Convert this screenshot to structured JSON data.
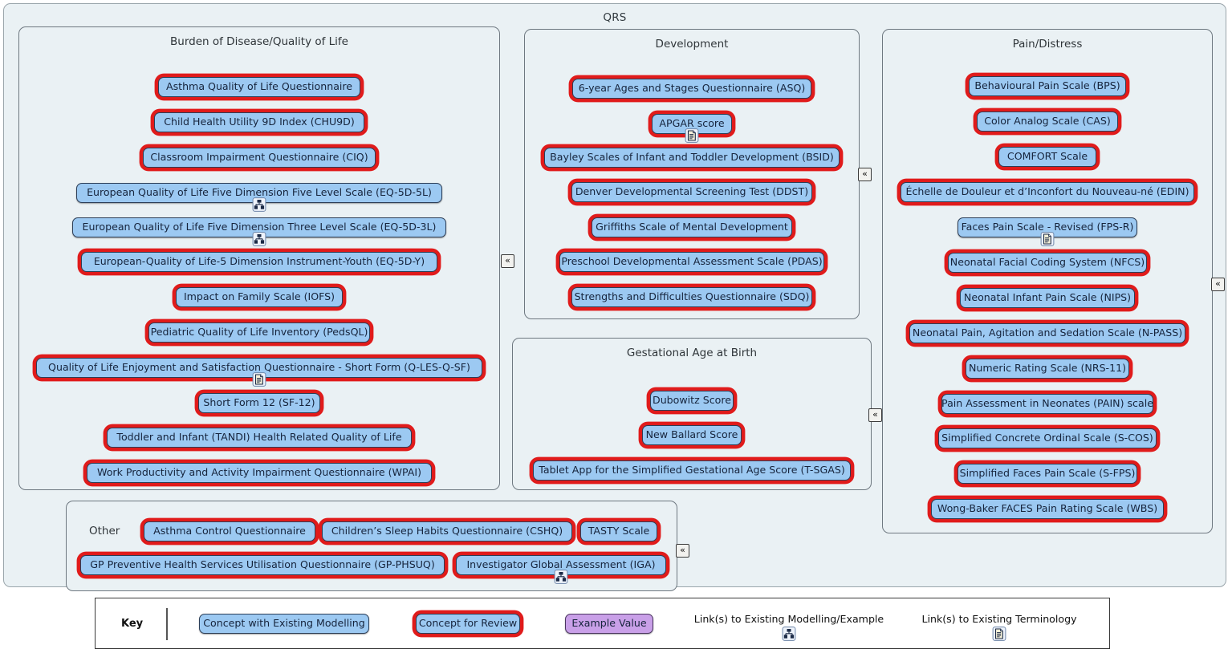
{
  "diagram": {
    "title": "QRS",
    "collapse_glyph": "«"
  },
  "groups": {
    "burden": {
      "title": "Burden of Disease/Quality of Life",
      "nodes": [
        {
          "label": "Asthma Quality of Life Questionnaire",
          "type": "review"
        },
        {
          "label": "Child Health Utility 9D Index (CHU9D)",
          "type": "review"
        },
        {
          "label": "Classroom Impairment Questionnaire (CIQ)",
          "type": "review"
        },
        {
          "label": "European Quality of Life Five Dimension Five Level Scale (EQ-5D-5L)",
          "type": "modelling",
          "badge": "modelling-link-icon"
        },
        {
          "label": "European Quality of Life Five Dimension Three Level Scale (EQ-5D-3L)",
          "type": "modelling",
          "badge": "modelling-link-icon"
        },
        {
          "label": "European-Quality of Life-5 Dimension Instrument-Youth (EQ-5D-Y)",
          "type": "review"
        },
        {
          "label": "Impact on Family Scale (IOFS)",
          "type": "review"
        },
        {
          "label": "Pediatric Quality of Life Inventory (PedsQL)",
          "type": "review"
        },
        {
          "label": "Quality of Life Enjoyment and Satisfaction Questionnaire - Short Form (Q-LES-Q-SF)",
          "type": "review",
          "badge": "terminology-link-icon"
        },
        {
          "label": "Short Form 12 (SF-12)",
          "type": "review"
        },
        {
          "label": "Toddler and Infant (TANDI) Health Related Quality of Life",
          "type": "review"
        },
        {
          "label": "Work Productivity and Activity Impairment Questionnaire (WPAI)",
          "type": "review"
        }
      ]
    },
    "development": {
      "title": "Development",
      "nodes": [
        {
          "label": "6-year Ages and Stages Questionnaire (ASQ)",
          "type": "review"
        },
        {
          "label": "APGAR score",
          "type": "review",
          "badge": "terminology-link-icon"
        },
        {
          "label": "Bayley Scales of Infant and Toddler Development (BSID)",
          "type": "review"
        },
        {
          "label": "Denver Developmental Screening Test (DDST)",
          "type": "review"
        },
        {
          "label": "Griffiths Scale of Mental Development",
          "type": "review"
        },
        {
          "label": "Preschool Developmental Assessment Scale (PDAS)",
          "type": "review"
        },
        {
          "label": "Strengths and Difficulties Questionnaire (SDQ)",
          "type": "review"
        }
      ]
    },
    "gestational": {
      "title": "Gestational Age at Birth",
      "nodes": [
        {
          "label": "Dubowitz Score",
          "type": "review"
        },
        {
          "label": "New Ballard Score",
          "type": "review"
        },
        {
          "label": "Tablet App for the Simplified Gestational Age Score (T-SGAS)",
          "type": "review"
        }
      ]
    },
    "pain": {
      "title": "Pain/Distress",
      "nodes": [
        {
          "label": "Behavioural Pain Scale (BPS)",
          "type": "review"
        },
        {
          "label": "Color Analog Scale (CAS)",
          "type": "review"
        },
        {
          "label": "COMFORT Scale",
          "type": "review"
        },
        {
          "label": "Échelle de Douleur et d’Inconfort du Nouveau-né (EDIN)",
          "type": "review"
        },
        {
          "label": "Faces Pain Scale - Revised (FPS-R)",
          "type": "modelling",
          "badge": "terminology-link-icon"
        },
        {
          "label": "Neonatal Facial Coding System (NFCS)",
          "type": "review"
        },
        {
          "label": "Neonatal Infant Pain Scale (NIPS)",
          "type": "review"
        },
        {
          "label": "Neonatal Pain, Agitation and Sedation Scale (N-PASS)",
          "type": "review"
        },
        {
          "label": "Numeric Rating Scale (NRS-11)",
          "type": "review"
        },
        {
          "label": "Pain Assessment in Neonates (PAIN) scale",
          "type": "review"
        },
        {
          "label": "Simplified Concrete Ordinal Scale (S-COS)",
          "type": "review"
        },
        {
          "label": "Simplified Faces Pain Scale (S-FPS)",
          "type": "review"
        },
        {
          "label": "Wong-Baker FACES Pain Rating Scale (WBS)",
          "type": "review"
        }
      ]
    },
    "other": {
      "title": "Other",
      "nodes": [
        {
          "label": "Asthma Control Questionnaire",
          "type": "review"
        },
        {
          "label": "Children’s Sleep Habits Questionnaire (CSHQ)",
          "type": "review"
        },
        {
          "label": "TASTY Scale",
          "type": "review"
        },
        {
          "label": "GP Preventive Health Services Utilisation Questionnaire (GP-PHSUQ)",
          "type": "review"
        },
        {
          "label": "Investigator Global Assessment (IGA)",
          "type": "review",
          "badge": "modelling-link-icon"
        }
      ]
    }
  },
  "key": {
    "label": "Key",
    "items": {
      "modelling": "Concept with Existing Modelling",
      "review": "Concept for Review",
      "example": "Example Value",
      "link_modelling": "Link(s) to Existing Modelling/Example",
      "link_terminology": "Link(s) to Existing Terminology"
    }
  },
  "colors": {
    "node_fill": "#9cc9f2",
    "node_border": "#2c3e57",
    "review_outline": "#e01b1b",
    "example_fill": "#c9a0e8",
    "panel_bg": "#eaf1f4",
    "group_border": "#6e7880"
  }
}
